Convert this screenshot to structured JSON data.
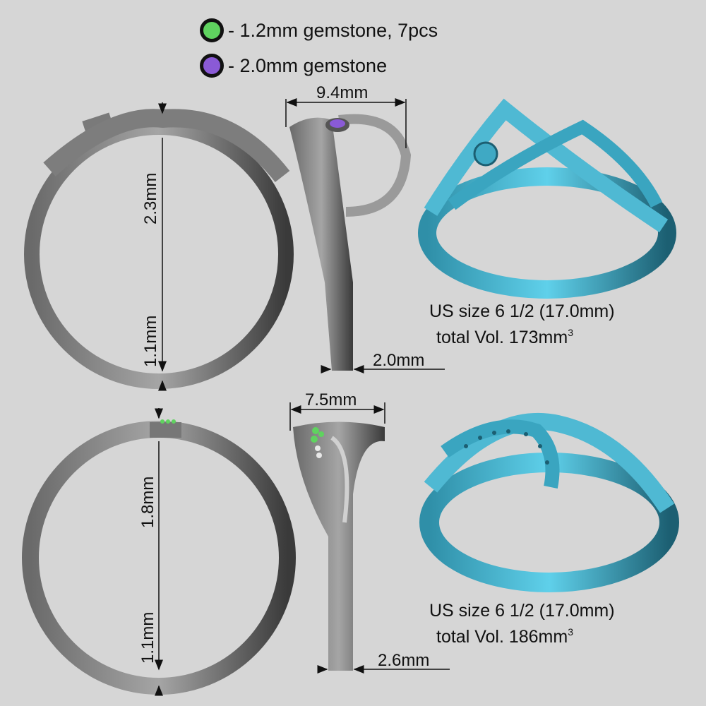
{
  "legend": [
    {
      "color": "#5fd35f",
      "icon": "green-gem-dot-icon",
      "label": "- 1.2mm gemstone, 7pcs"
    },
    {
      "color": "#8a5ad6",
      "icon": "purple-gem-dot-icon",
      "label": "- 2.0mm gemstone"
    }
  ],
  "ring_top": {
    "front_view": {
      "top_thickness": "2.3mm",
      "bottom_thickness": "1.1mm"
    },
    "side_view": {
      "width_top": "9.4mm",
      "width_bottom": "2.0mm"
    },
    "render_color": "#4fb9d3",
    "specs": {
      "size_line": "US size 6 1/2 (17.0mm)",
      "volume_prefix": "total Vol. 173mm",
      "volume_sup": "3"
    }
  },
  "ring_bottom": {
    "front_view": {
      "top_thickness": "1.8mm",
      "bottom_thickness": "1.1mm"
    },
    "side_view": {
      "width_top": "7.5mm",
      "width_bottom": "2.6mm"
    },
    "render_color": "#4fb9d3",
    "specs": {
      "size_line": "US size 6 1/2 (17.0mm)",
      "volume_prefix": "total Vol. 186mm",
      "volume_sup": "3"
    }
  },
  "colors": {
    "background": "#d6d6d6",
    "metal": "#8a8a8a",
    "render": "#4fb9d3",
    "gem_green": "#5fd35f",
    "gem_purple": "#8a5ad6"
  }
}
